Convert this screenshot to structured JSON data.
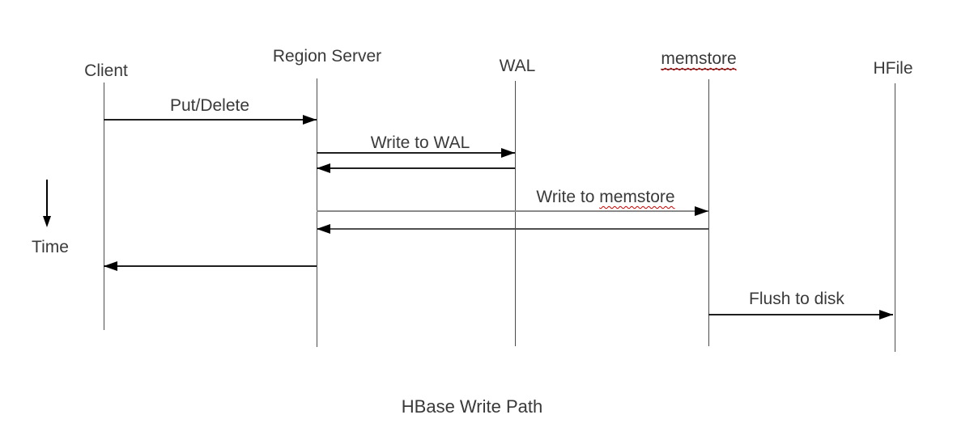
{
  "diagram": {
    "title": "HBase Write Path",
    "time_label": "Time",
    "colors": {
      "text": "#3a3a3a",
      "line": "#1f1f1f",
      "lifeline": "#4c4c4c",
      "gray_line": "#8a8a8a",
      "spellcheck_squiggle": "#cc0000"
    },
    "lifelines": [
      {
        "name": "Client"
      },
      {
        "name": "Region Server"
      },
      {
        "name": "WAL"
      },
      {
        "name": "memstore",
        "solid_underline": true,
        "spellcheck_underline": true
      },
      {
        "name": "HFile"
      }
    ],
    "messages": [
      {
        "label": "Put/Delete",
        "from": "Client",
        "to": "Region Server"
      },
      {
        "label": "Write to WAL",
        "from": "Region Server",
        "to": "WAL"
      },
      {
        "type": "return",
        "from": "WAL",
        "to": "Region Server"
      },
      {
        "label_prefix": "Write to ",
        "label_word": "memstore",
        "from": "Region Server",
        "to": "memstore",
        "spellcheck_underline_on_word": true
      },
      {
        "type": "return",
        "from": "memstore",
        "to": "Region Server"
      },
      {
        "type": "return",
        "from": "Region Server",
        "to": "Client"
      },
      {
        "label": "Flush to disk",
        "from": "memstore",
        "to": "HFile"
      }
    ]
  }
}
